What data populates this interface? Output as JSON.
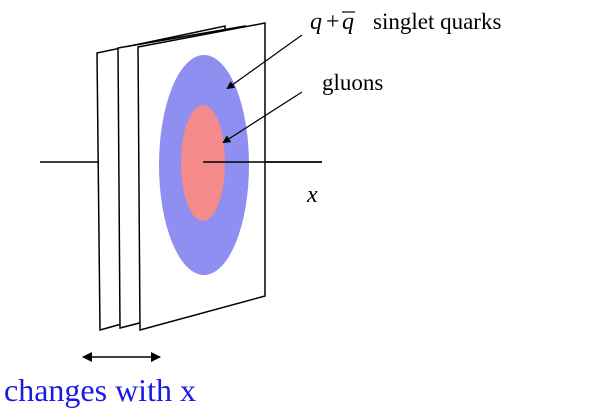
{
  "labels": {
    "quark_q": "q",
    "quark_plus": "+",
    "quark_qbar": "q",
    "quark_suffix": "singlet quarks",
    "gluons": "gluons",
    "axis_x": "x",
    "caption": "changes with x"
  },
  "colors": {
    "quark_region": "#8f8ff2",
    "gluon_region": "#f58a8a",
    "caption_text": "#1a1ae6",
    "lines": "#000000"
  }
}
